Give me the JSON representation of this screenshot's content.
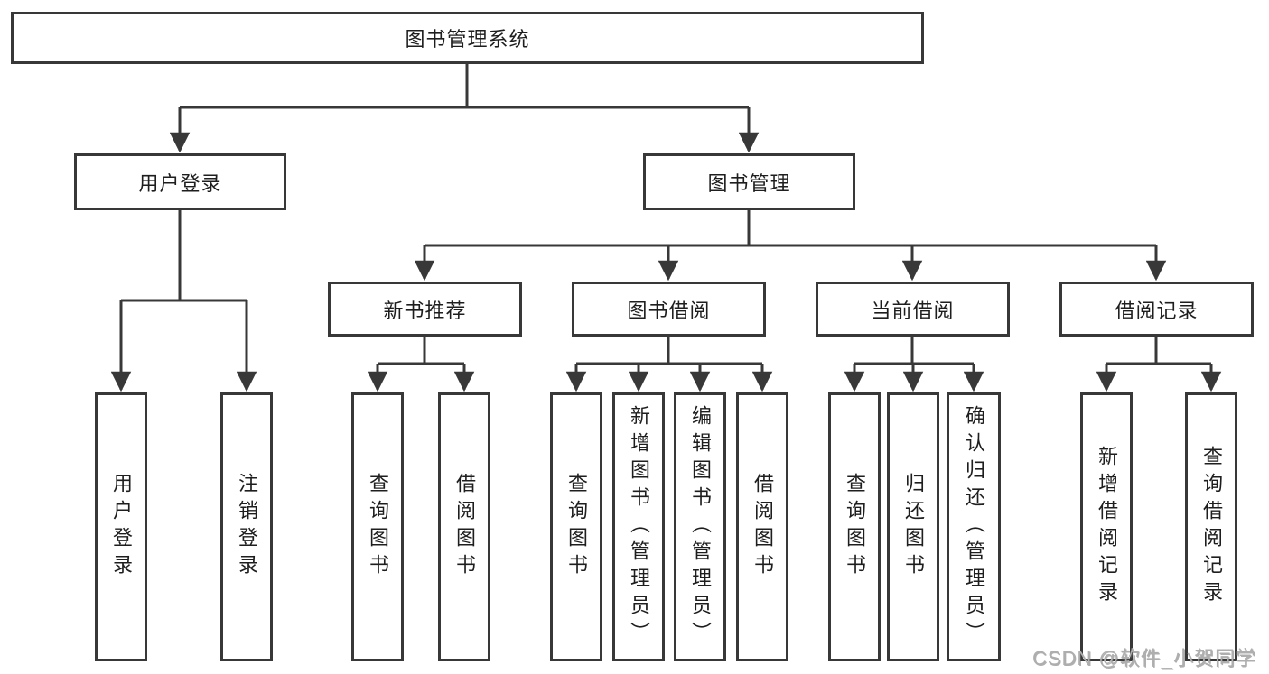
{
  "diagram": {
    "type": "hierarchy-tree",
    "direction": "top-down"
  },
  "tree": {
    "label": "图书管理系统",
    "children": [
      {
        "label": "用户登录",
        "children": [
          {
            "label": "用户登录"
          },
          {
            "label": "注销登录"
          }
        ]
      },
      {
        "label": "图书管理",
        "children": [
          {
            "label": "新书推荐",
            "children": [
              {
                "label": "查询图书"
              },
              {
                "label": "借阅图书"
              }
            ]
          },
          {
            "label": "图书借阅",
            "children": [
              {
                "label": "查询图书"
              },
              {
                "label": "新增图书（管理员）"
              },
              {
                "label": "编辑图书（管理员）"
              },
              {
                "label": "借阅图书"
              }
            ]
          },
          {
            "label": "当前借阅",
            "children": [
              {
                "label": "查询图书"
              },
              {
                "label": "归还图书"
              },
              {
                "label": "确认归还（管理员）"
              }
            ]
          },
          {
            "label": "借阅记录",
            "children": [
              {
                "label": "新增借阅记录"
              },
              {
                "label": "查询借阅记录"
              }
            ]
          }
        ]
      }
    ]
  },
  "watermark": {
    "text": "CSDN @软件_小贺同学"
  },
  "style": {
    "line_color": "#383838",
    "box_border_color": "#383838",
    "box_fill": "#ffffff",
    "text_color": "#1e1e1e",
    "watermark_color": "#aeaeae",
    "background": "#ffffff"
  }
}
